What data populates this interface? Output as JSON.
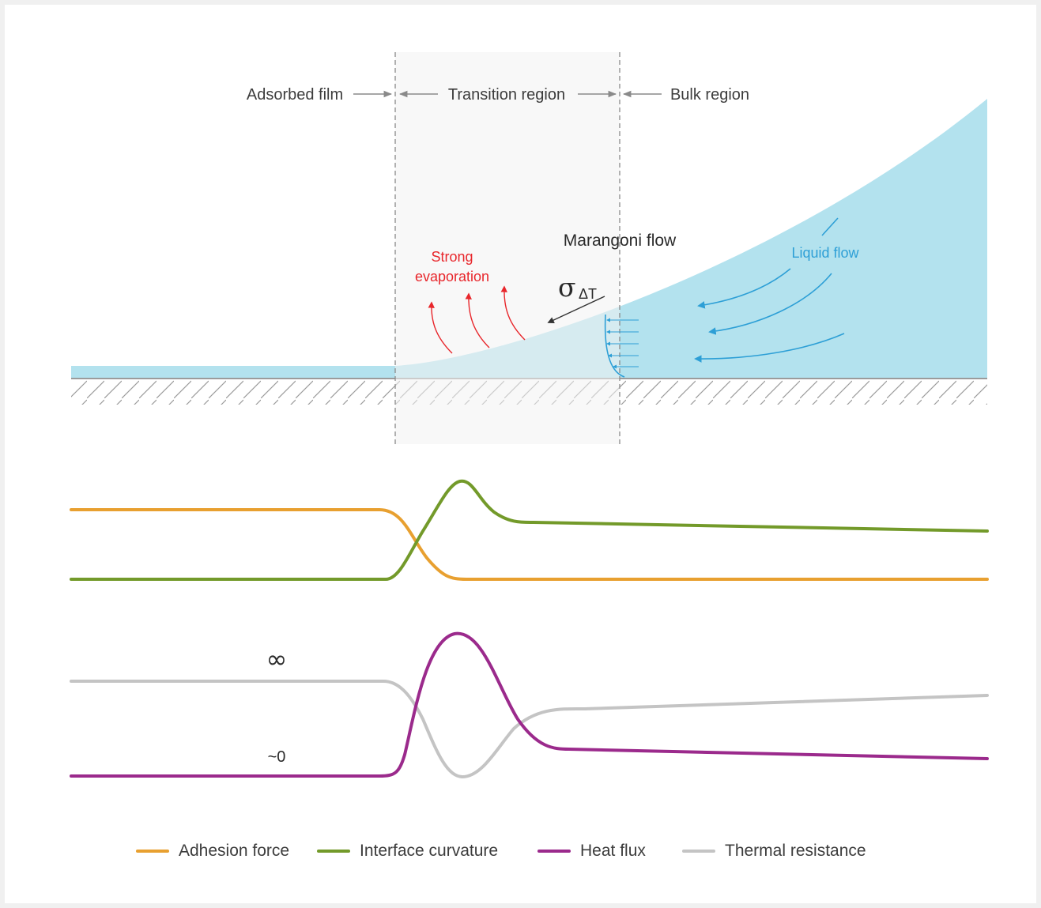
{
  "labels": {
    "adsorbed_film": "Adsorbed film",
    "transition_region": "Transition region",
    "bulk_region": "Bulk region",
    "marangoni_flow": "Marangoni flow",
    "sigma": "σ",
    "sigma_subscript": "ΔT",
    "strong_evaporation_line1": "Strong",
    "strong_evaporation_line2": "evaporation",
    "liquid_flow": "Liquid flow",
    "infinity": "∞",
    "approx_zero": "~0"
  },
  "legend": [
    {
      "label": "Adhesion force",
      "color": "#e8a030"
    },
    {
      "label": "Interface curvature",
      "color": "#739a2a"
    },
    {
      "label": "Heat flux",
      "color": "#9b2a8c"
    },
    {
      "label": "Thermal resistance",
      "color": "#c4c4c4"
    }
  ],
  "colors": {
    "liquid": "#b3e2ee",
    "evaporation": "#e8262b",
    "liquid_flow": "#2d9fd6",
    "region_shade": "#f3f3f3",
    "text": "#3c3c3c"
  }
}
